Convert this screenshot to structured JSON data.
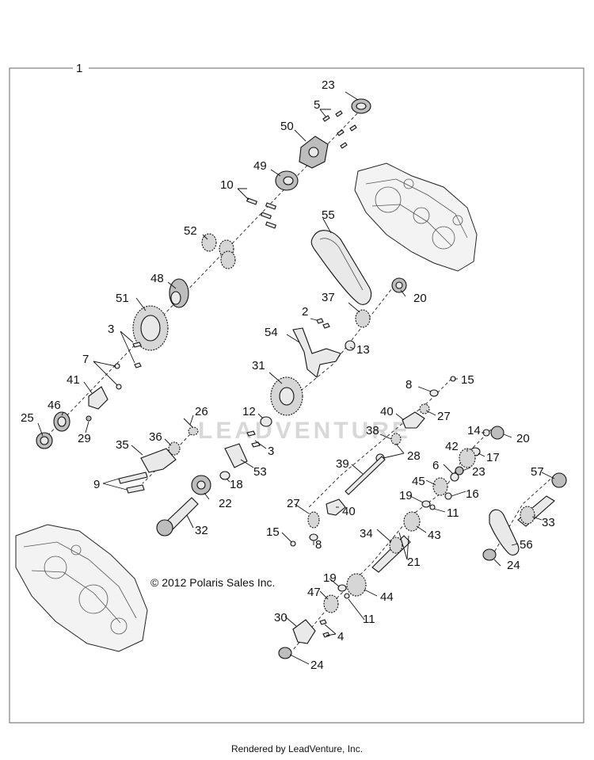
{
  "diagram": {
    "assembly_callout": "1",
    "copyright": "© 2012 Polaris Sales Inc.",
    "watermark": "LEADVENTURE",
    "callouts": [
      {
        "id": "c23a",
        "label": "23"
      },
      {
        "id": "c5",
        "label": "5"
      },
      {
        "id": "c50",
        "label": "50"
      },
      {
        "id": "c49",
        "label": "49"
      },
      {
        "id": "c10",
        "label": "10"
      },
      {
        "id": "c55",
        "label": "55"
      },
      {
        "id": "c52",
        "label": "52"
      },
      {
        "id": "c48",
        "label": "48"
      },
      {
        "id": "c20a",
        "label": "20"
      },
      {
        "id": "c51",
        "label": "51"
      },
      {
        "id": "c37",
        "label": "37"
      },
      {
        "id": "c2",
        "label": "2"
      },
      {
        "id": "c54",
        "label": "54"
      },
      {
        "id": "c3a",
        "label": "3"
      },
      {
        "id": "c13",
        "label": "13"
      },
      {
        "id": "c7",
        "label": "7"
      },
      {
        "id": "c41",
        "label": "41"
      },
      {
        "id": "c31",
        "label": "31"
      },
      {
        "id": "c15a",
        "label": "15"
      },
      {
        "id": "c8a",
        "label": "8"
      },
      {
        "id": "c46",
        "label": "46"
      },
      {
        "id": "c25",
        "label": "25"
      },
      {
        "id": "c29",
        "label": "29"
      },
      {
        "id": "c26",
        "label": "26"
      },
      {
        "id": "c12",
        "label": "12"
      },
      {
        "id": "c40a",
        "label": "40"
      },
      {
        "id": "c27a",
        "label": "27"
      },
      {
        "id": "c14",
        "label": "14"
      },
      {
        "id": "c20b",
        "label": "20"
      },
      {
        "id": "c38",
        "label": "38"
      },
      {
        "id": "c36",
        "label": "36"
      },
      {
        "id": "c35",
        "label": "35"
      },
      {
        "id": "c3b",
        "label": "3"
      },
      {
        "id": "c28",
        "label": "28"
      },
      {
        "id": "c42",
        "label": "42"
      },
      {
        "id": "c17",
        "label": "17"
      },
      {
        "id": "c53",
        "label": "53"
      },
      {
        "id": "c39",
        "label": "39"
      },
      {
        "id": "c6",
        "label": "6"
      },
      {
        "id": "c23b",
        "label": "23"
      },
      {
        "id": "c9",
        "label": "9"
      },
      {
        "id": "c18",
        "label": "18"
      },
      {
        "id": "c45",
        "label": "45"
      },
      {
        "id": "c16",
        "label": "16"
      },
      {
        "id": "c57",
        "label": "57"
      },
      {
        "id": "c22",
        "label": "22"
      },
      {
        "id": "c19a",
        "label": "19"
      },
      {
        "id": "c11a",
        "label": "11"
      },
      {
        "id": "c27b",
        "label": "27"
      },
      {
        "id": "c40b",
        "label": "40"
      },
      {
        "id": "c33",
        "label": "33"
      },
      {
        "id": "c32",
        "label": "32"
      },
      {
        "id": "c15b",
        "label": "15"
      },
      {
        "id": "c8b",
        "label": "8"
      },
      {
        "id": "c34",
        "label": "34"
      },
      {
        "id": "c43",
        "label": "43"
      },
      {
        "id": "c56",
        "label": "56"
      },
      {
        "id": "c21",
        "label": "21"
      },
      {
        "id": "c24a",
        "label": "24"
      },
      {
        "id": "c19b",
        "label": "19"
      },
      {
        "id": "c44",
        "label": "44"
      },
      {
        "id": "c47",
        "label": "47"
      },
      {
        "id": "c11b",
        "label": "11"
      },
      {
        "id": "c30",
        "label": "30"
      },
      {
        "id": "c4",
        "label": "4"
      },
      {
        "id": "c24b",
        "label": "24"
      }
    ]
  },
  "footer": {
    "text": "Rendered by LeadVenture, Inc."
  }
}
